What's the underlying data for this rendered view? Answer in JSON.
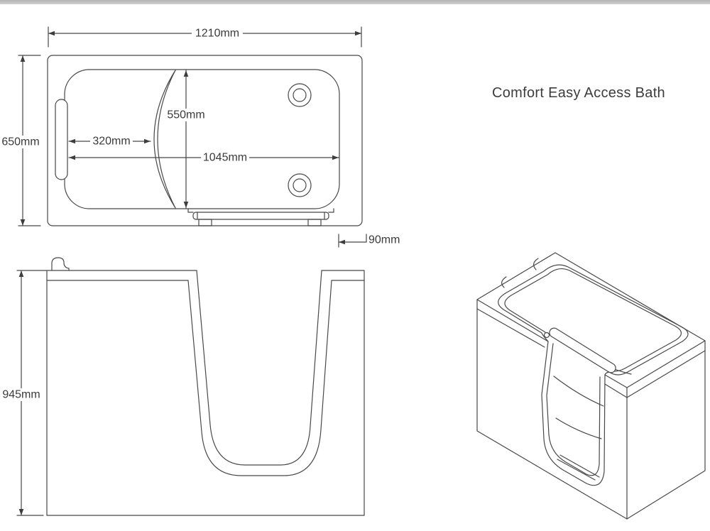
{
  "title": "Comfort Easy Access Bath",
  "colors": {
    "line": "#484848",
    "text": "#3a3a3a",
    "top_bar": "#c1c1c1",
    "background": "#ffffff"
  },
  "dims": {
    "overall_length": "1210mm",
    "overall_width": "650mm",
    "interior_width": "550mm",
    "seat_length": "320mm",
    "interior_length": "1045mm",
    "threshold": "90mm",
    "overall_height": "945mm"
  }
}
